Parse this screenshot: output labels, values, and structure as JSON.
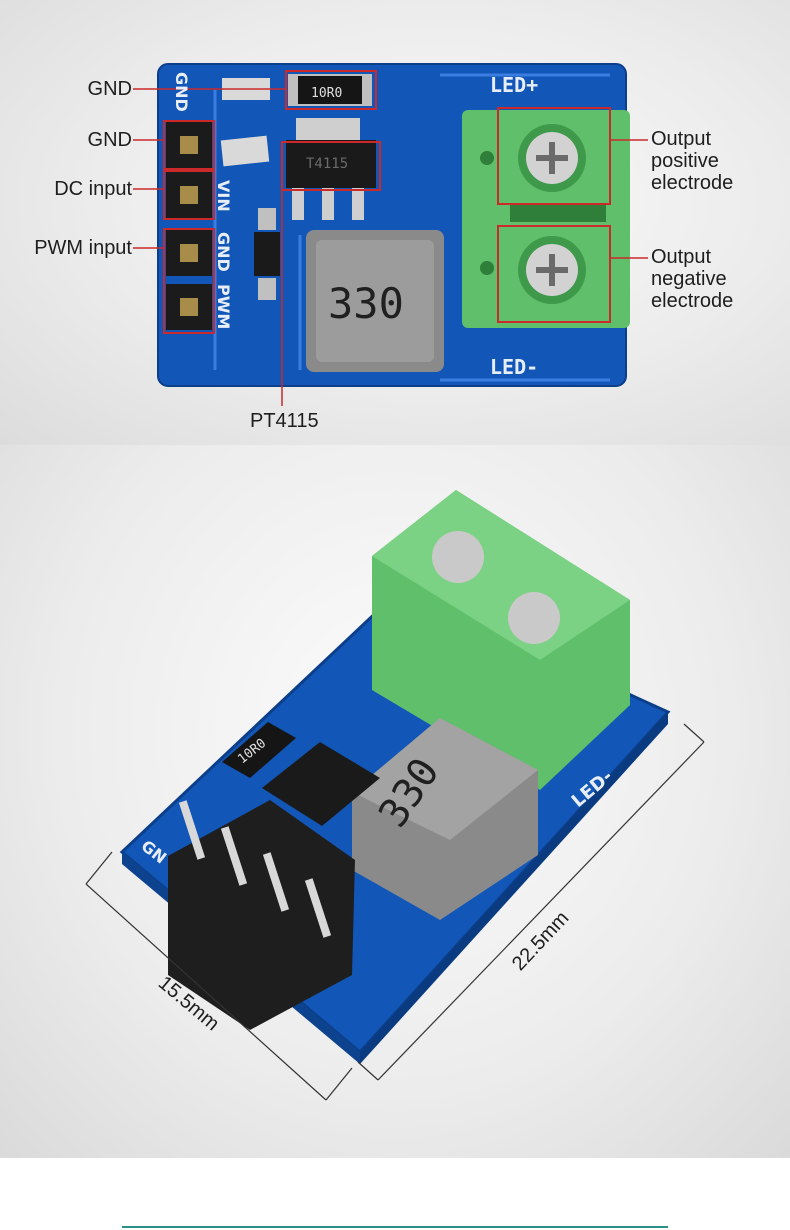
{
  "top_view": {
    "labels": {
      "gnd_top": "GND",
      "gnd": "GND",
      "dc_input": "DC input",
      "pwm_input": "PWM input",
      "pt4115": "PT4115",
      "output_positive": [
        "Output",
        "positive",
        "electrode"
      ],
      "output_negative": [
        "Output",
        "negative",
        "electrode"
      ]
    },
    "silkscreen": {
      "led_plus": "LED+",
      "led_minus": "LED-",
      "pin_gnd": "GND",
      "pin_vin": "VIN",
      "pin_gnd2": "GND",
      "pin_pwm": "PWM",
      "resistor": "10R0",
      "inductor": "330",
      "chip": "T4115"
    }
  },
  "angled_view": {
    "dimensions": {
      "width": "15.5mm",
      "length": "22.5mm"
    },
    "silkscreen": {
      "resistor": "10R0",
      "inductor": "330",
      "led_minus": "LED-",
      "gnd": "GN"
    }
  },
  "colors": {
    "pcb_blue": "#1257b8",
    "terminal_green": "#5fbf6a",
    "callout_red": "#cc2a2a",
    "inductor_gray": "#8a8a8a",
    "accent_rule": "#2b8f8a"
  }
}
